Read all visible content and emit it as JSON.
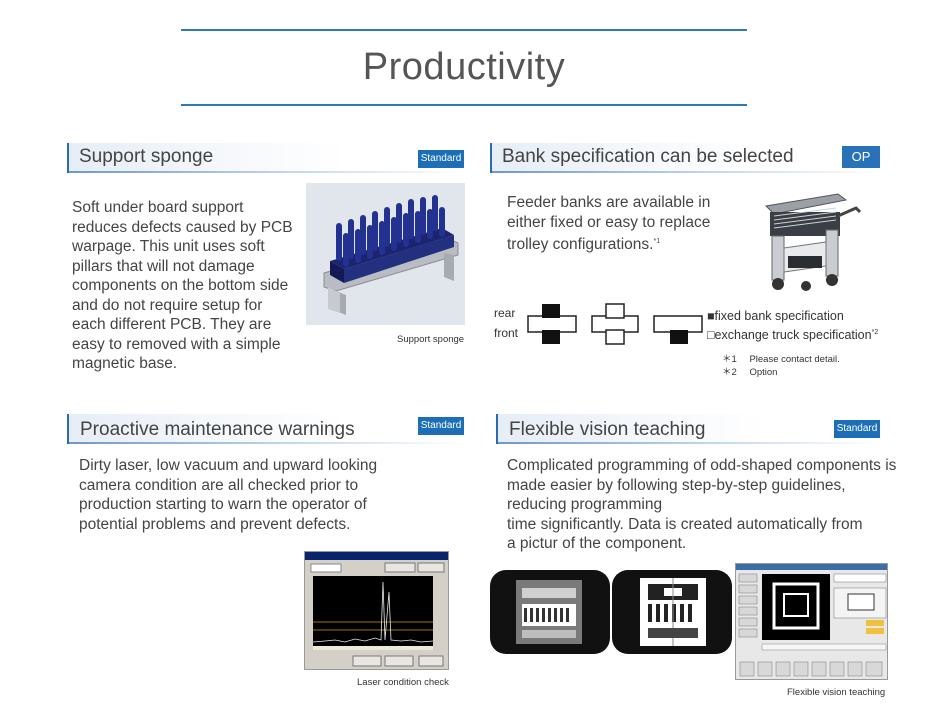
{
  "page": {
    "title": "Productivity"
  },
  "sections": {
    "support": {
      "title": "Support sponge",
      "badge": "Standard",
      "body": "Soft under board support reduces defects caused by PCB warpage.  This unit uses soft pillars that will not damage components on the bottom side and do not require setup for each different PCB. They are easy to removed with a simple magnetic base.",
      "caption": "Support sponge"
    },
    "bank": {
      "title": "Bank specification can be selected",
      "badge": "OP",
      "body": "Feeder banks are available in either fixed or easy to replace trolley configurations.",
      "body_note": "*1",
      "diagram": {
        "rear_label": "rear",
        "front_label": "front",
        "legend_fixed": "■fixed bank specification",
        "legend_exchange": "□exchange truck specification",
        "legend_exchange_note": "*2"
      },
      "notes": [
        {
          "mark": "＊1",
          "text": "Please contact detail."
        },
        {
          "mark": "＊2",
          "text": "Option"
        }
      ]
    },
    "maintenance": {
      "title": "Proactive maintenance warnings",
      "badge": "Standard",
      "body": "Dirty laser, low vacuum and upward looking camera condition are all checked prior to production starting to warn the operator of potential problems and prevent defects.",
      "caption": "Laser condition check"
    },
    "vision": {
      "title": "Flexible vision teaching",
      "badge": "Standard",
      "body_1": "Complicated programming of odd-shaped components is made easier by following step-by-step guidelines, reducing programming",
      "body_2": "time significantly. Data is created automatically from a pictur of the component.",
      "caption": "Flexible vision teaching"
    }
  }
}
